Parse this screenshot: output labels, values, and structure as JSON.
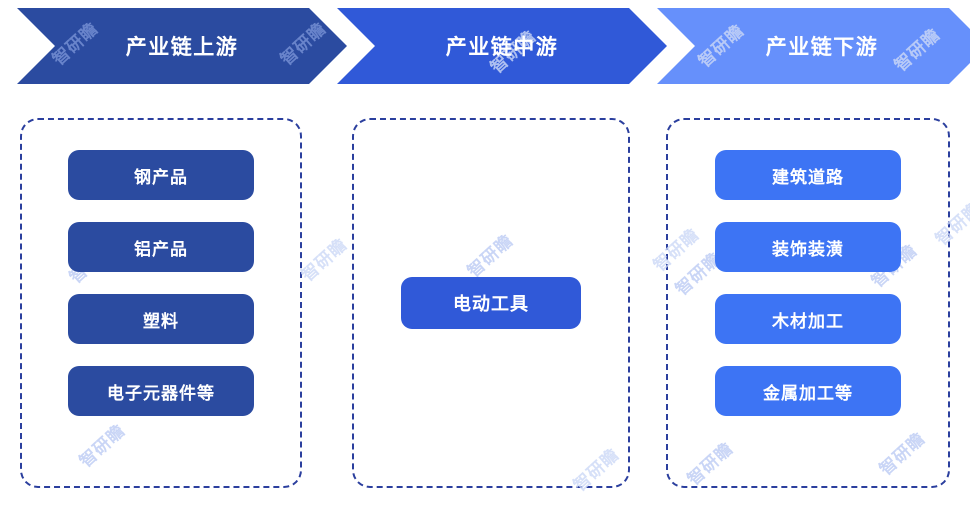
{
  "diagram": {
    "type": "industry-chain",
    "watermark_text": "智研瞻",
    "colors": {
      "upstream": "#2b4ba0",
      "midstream": "#3059d8",
      "downstream_banner": "#6690fb",
      "downstream_node": "#3d74f4",
      "dashed_border": "#2b3f9e",
      "label_text": "#ffffff",
      "watermark": "#9db4ef",
      "background": "#ffffff"
    },
    "stages": [
      {
        "key": "upstream",
        "banner_label": "产业链上游",
        "nodes": [
          {
            "label": "钢产品"
          },
          {
            "label": "铝产品"
          },
          {
            "label": "塑料"
          },
          {
            "label": "电子元器件等"
          }
        ]
      },
      {
        "key": "midstream",
        "banner_label": "产业链中游",
        "nodes": [
          {
            "label": "电动工具"
          }
        ]
      },
      {
        "key": "downstream",
        "banner_label": "产业链下游",
        "nodes": [
          {
            "label": "建筑道路"
          },
          {
            "label": "装饰装潢"
          },
          {
            "label": "木材加工"
          },
          {
            "label": "金属加工等"
          }
        ]
      }
    ]
  }
}
